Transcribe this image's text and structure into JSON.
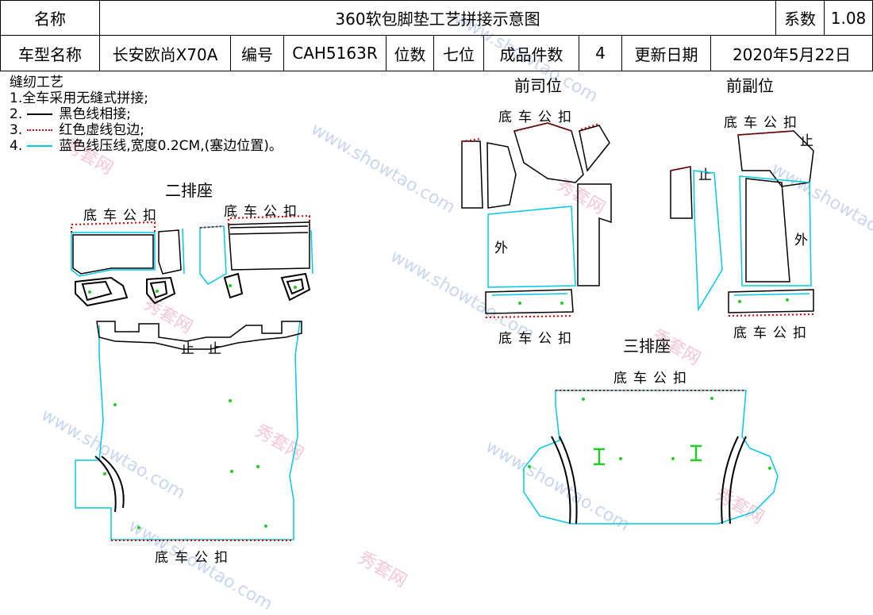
{
  "header": {
    "name_label": "名称",
    "title": "360软包脚垫工艺拼接示意图",
    "coef_label": "系数",
    "coef_value": "1.08",
    "model_label": "车型名称",
    "model_value": "长安欧尚X70A",
    "code_label": "编号",
    "code_value": "CAH5163R",
    "seats_label": "位数",
    "seats_value": "七位",
    "pieces_label": "成品件数",
    "pieces_value": "4",
    "date_label": "更新日期",
    "date_value": "2020年5月22日"
  },
  "notes": {
    "heading": "缝纫工艺",
    "item1": "1.全车采用无缝式拼接;",
    "item2_num": "2.",
    "item2": "黑色线相接;",
    "item3_num": "3.",
    "item3": "红色虚线包边;",
    "item4_num": "4.",
    "item4": "蓝色线压线,宽度0.2CM,(塞边位置)。"
  },
  "sections": {
    "second_row": "二排座",
    "third_row": "三排座",
    "front_driver": "前司位",
    "front_passenger": "前副位"
  },
  "labels": {
    "clip": "底车公扣",
    "outer": "外",
    "stop": "止"
  },
  "watermark": {
    "site": "www.showtao.com",
    "brand": "秀套网"
  },
  "colors": {
    "line_black": "#000000",
    "edge_red": "#d40000",
    "press_cyan": "#00c8e6",
    "dot_green": "#22cc22"
  }
}
